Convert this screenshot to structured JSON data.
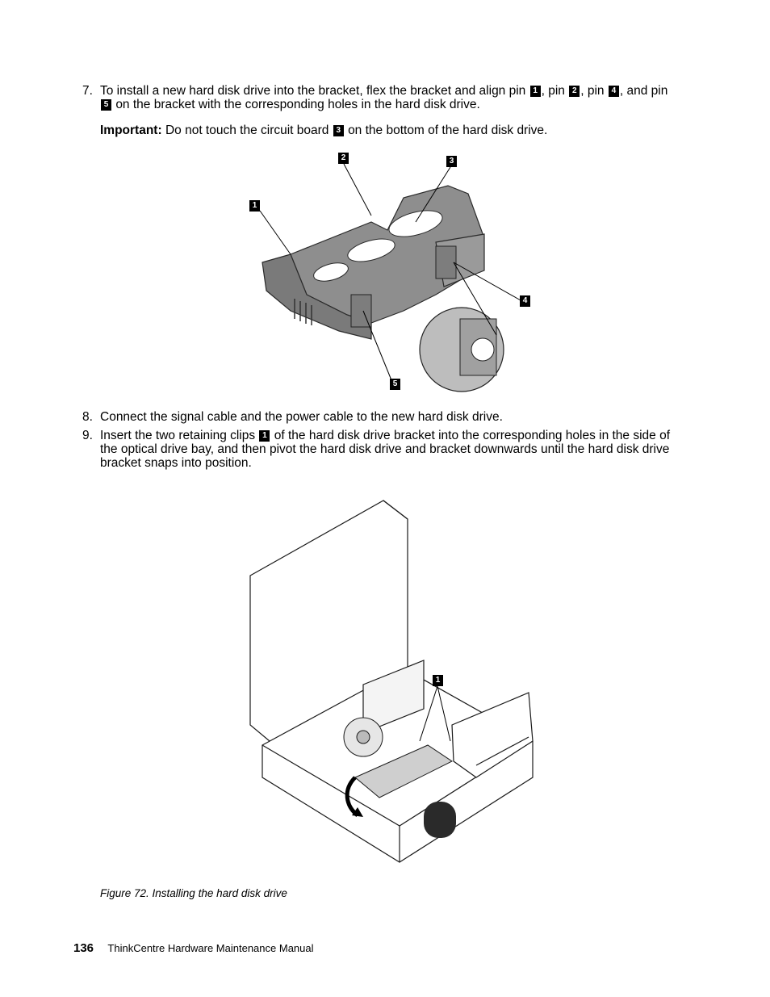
{
  "step7": {
    "number": "7.",
    "text_a": "To install a new hard disk drive into the bracket, flex the bracket and align pin",
    "c1": "1",
    "sep1": ", pin",
    "c2": "2",
    "sep2": ", pin",
    "c4": "4",
    "sep3": ", and pin",
    "c5": "5",
    "text_b": "on the bracket with the corresponding holes in the hard disk drive."
  },
  "important": {
    "label": "Important:",
    "text_a": "Do not touch the circuit board",
    "c3": "3",
    "text_b": "on the bottom of the hard disk drive."
  },
  "figure1": {
    "callouts": [
      "1",
      "2",
      "3",
      "4",
      "5"
    ]
  },
  "step8": {
    "number": "8.",
    "text": "Connect the signal cable and the power cable to the new hard disk drive."
  },
  "step9": {
    "number": "9.",
    "text_a": "Insert the two retaining clips",
    "c1": "1",
    "text_b": "of the hard disk drive bracket into the corresponding holes in the side of the optical drive bay, and then pivot the hard disk drive and bracket downwards until the hard disk drive bracket snaps into position."
  },
  "figure2": {
    "callout": "1",
    "caption": "Figure 72.  Installing the hard disk drive"
  },
  "footer": {
    "page_number": "136",
    "title": "ThinkCentre Hardware Maintenance Manual"
  }
}
